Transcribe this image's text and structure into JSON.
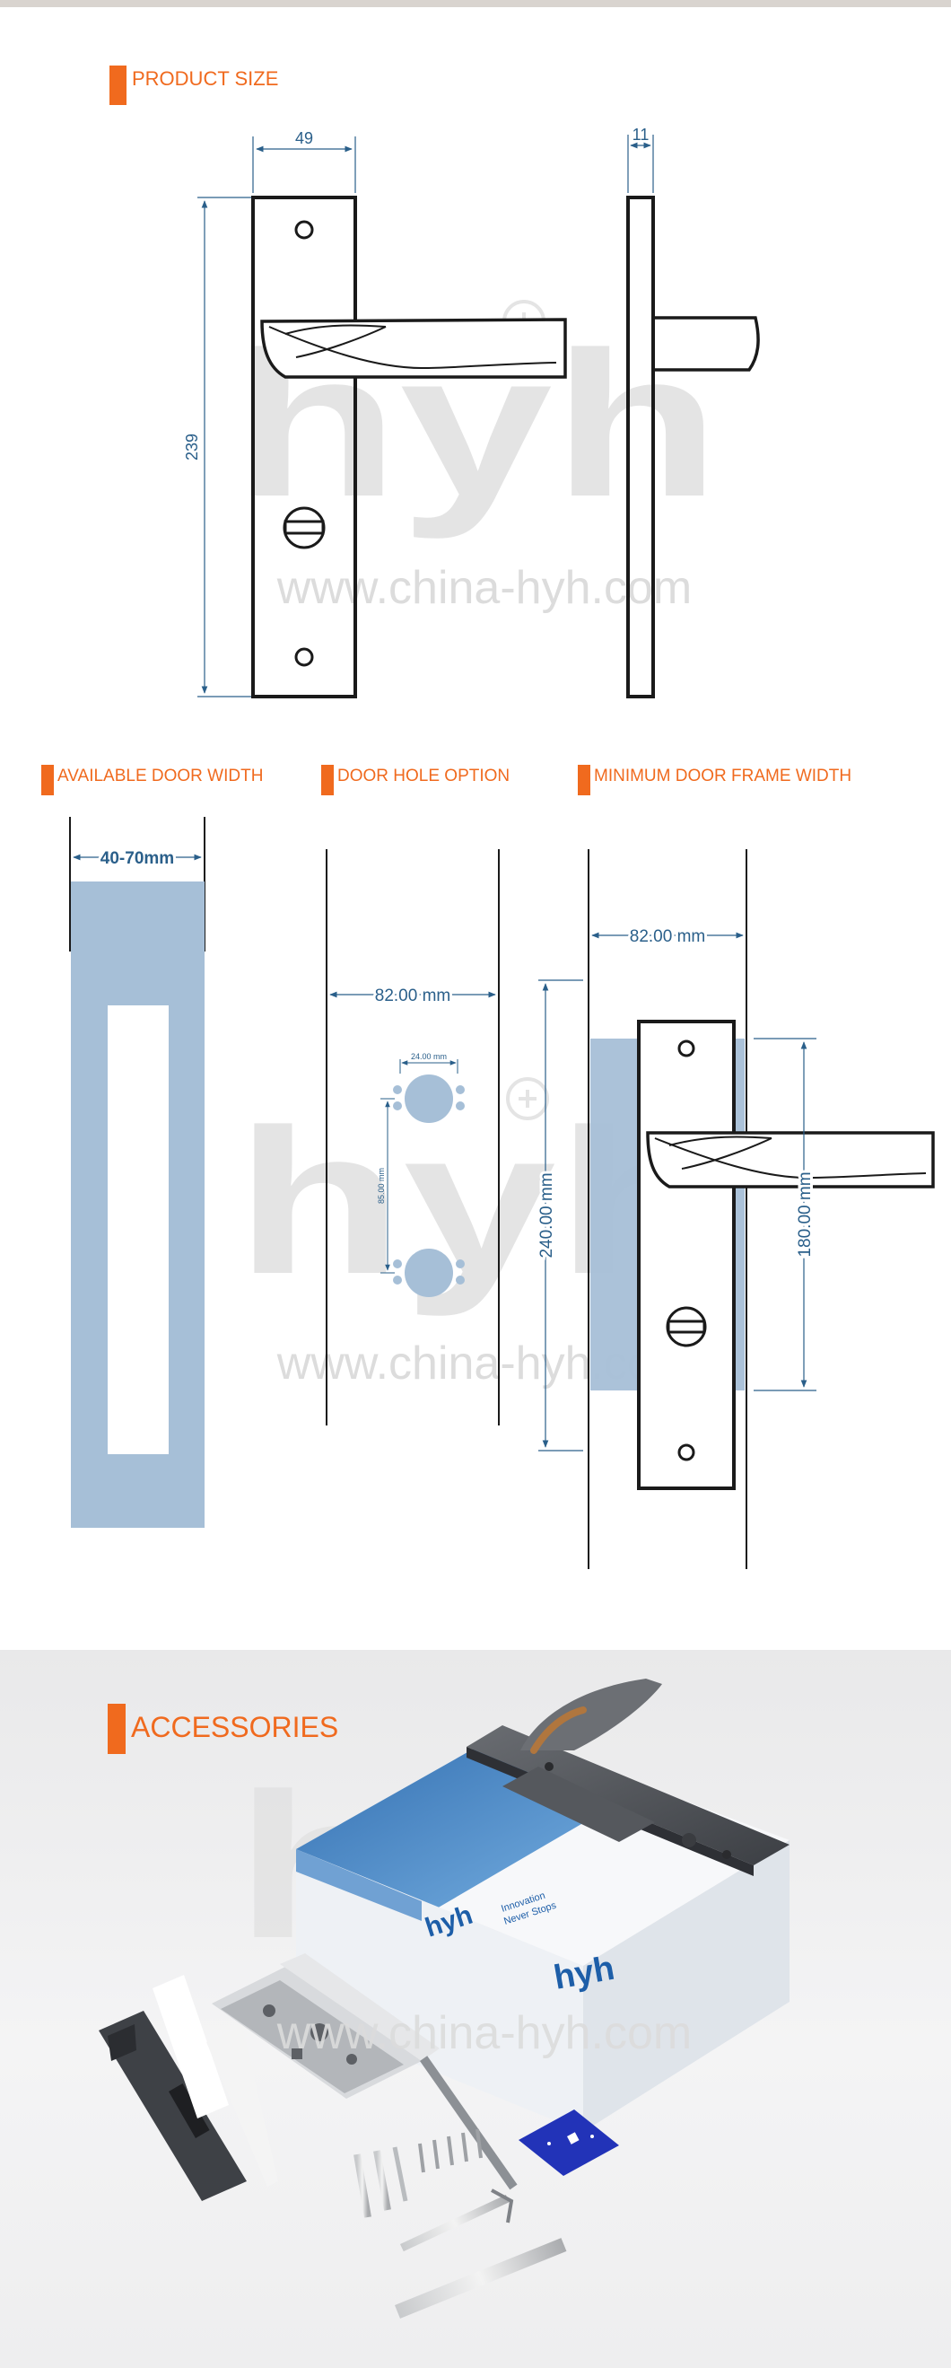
{
  "sections": {
    "product_size": "PRODUCT SIZE",
    "door_width": "AVAILABLE DOOR WIDTH",
    "door_hole": "DOOR HOLE OPTION",
    "frame_width": "MINIMUM DOOR FRAME WIDTH",
    "accessories": "ACCESSORIES"
  },
  "product_size": {
    "width": "49",
    "thickness": "11",
    "height": "239"
  },
  "door_width": {
    "range": "40-70mm"
  },
  "door_hole": {
    "span": "82.00 mm",
    "hole_spacing": "24.00 mm",
    "hole_distance": "85.00 mm"
  },
  "frame_width": {
    "span": "82.00 mm",
    "plate_height": "240.00 mm",
    "box_height": "180.00 mm"
  },
  "watermark": {
    "logo": "hyh",
    "url": "www.china-hyh.com"
  },
  "box": {
    "brand": "hyh",
    "tagline_1": "Innovation",
    "tagline_2": "Never Stops"
  },
  "colors": {
    "accent": "#f06a1e",
    "dimension": "#2a5f8a",
    "door_blue": "#a6bfd7",
    "hardware": "#4a4d52"
  }
}
